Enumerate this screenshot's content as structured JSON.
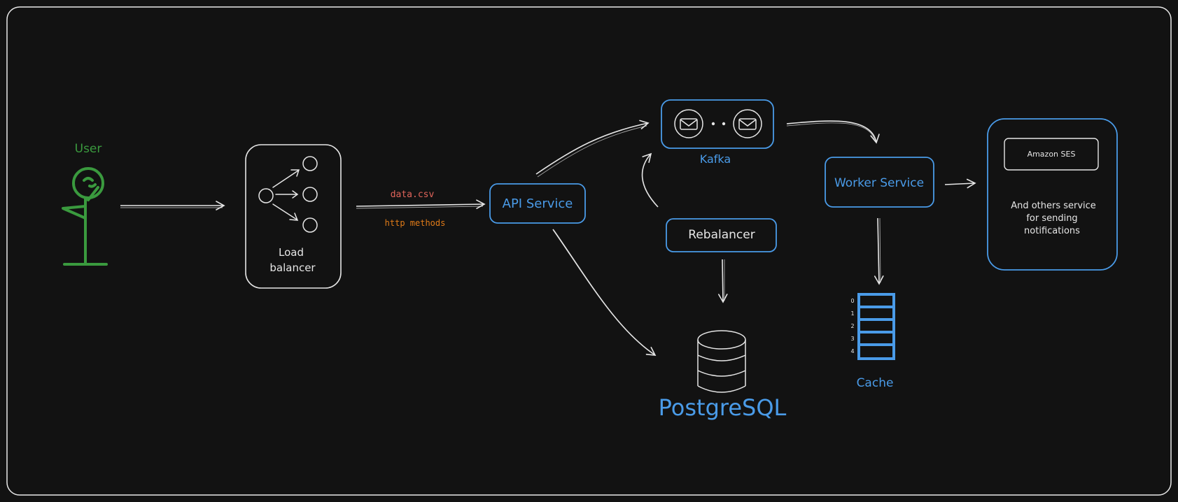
{
  "colors": {
    "background": "#121212",
    "frame": "#e9e9e9",
    "stroke": "#e6e6e6",
    "blue": "#4a9be8",
    "green": "#3a9a3e",
    "red": "#e0645a",
    "orange": "#e07b18"
  },
  "nodes": {
    "user": {
      "label": "User"
    },
    "load_balancer": {
      "label_line1": "Load",
      "label_line2": "balancer"
    },
    "api_service": {
      "label": "API Service"
    },
    "kafka": {
      "label": "Kafka"
    },
    "rebalancer": {
      "label": "Rebalancer"
    },
    "worker_service": {
      "label": "Worker Service"
    },
    "postgresql": {
      "label": "PostgreSQL"
    },
    "cache": {
      "label": "Cache",
      "slots": [
        "0",
        "1",
        "2",
        "3",
        "4"
      ]
    },
    "notifications": {
      "amazon_ses": "Amazon SES",
      "others_line1": "And others service",
      "others_line2": "for sending",
      "others_line3": "notifications"
    }
  },
  "edges": {
    "lb_to_api_label_top": "data.csv",
    "lb_to_api_label_bottom": "http methods"
  }
}
